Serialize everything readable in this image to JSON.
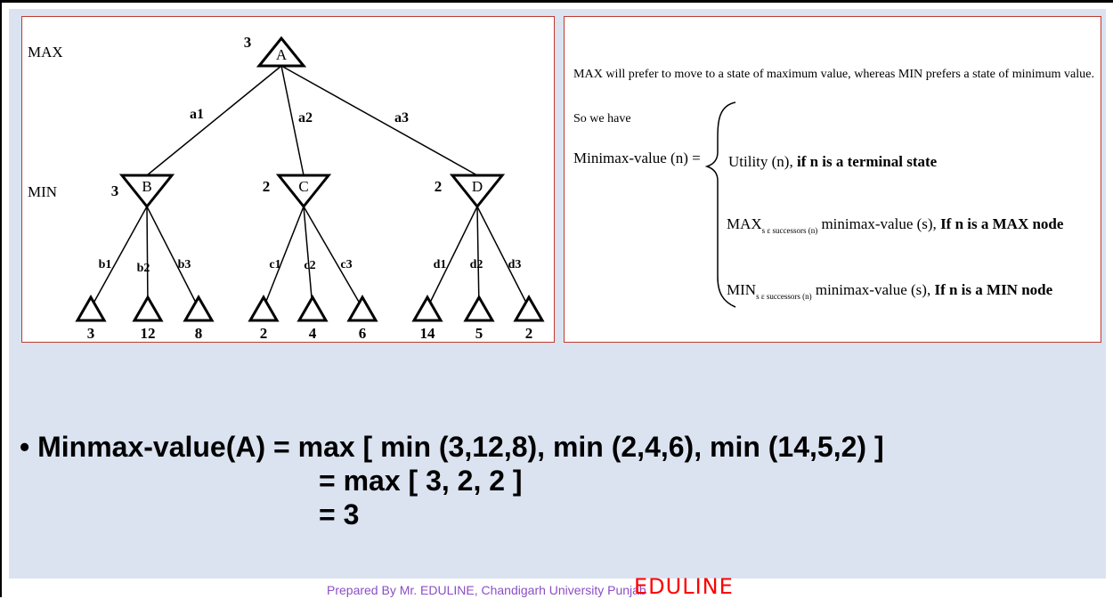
{
  "tree": {
    "level_labels": {
      "max": "MAX",
      "min": "MIN"
    },
    "root": {
      "label": "A",
      "value": "3"
    },
    "min_nodes": [
      {
        "label": "B",
        "value": "3"
      },
      {
        "label": "C",
        "value": "2"
      },
      {
        "label": "D",
        "value": "2"
      }
    ],
    "root_edges": [
      "a1",
      "a2",
      "a3"
    ],
    "leaf_edges": [
      "b1",
      "b2",
      "b3",
      "c1",
      "c2",
      "c3",
      "d1",
      "d2",
      "d3"
    ],
    "leaf_values": [
      "3",
      "12",
      "8",
      "2",
      "4",
      "6",
      "14",
      "5",
      "2"
    ]
  },
  "definition": {
    "intro": "MAX will prefer to move to a state of maximum value, whereas MIN prefers a state of minimum value.",
    "so_we_have": "So we have",
    "lhs": "Minimax-value (n) =",
    "case1_text": "Utility (n), ",
    "case1_bold": "if n is a terminal state",
    "case2_op": "MAX",
    "case2_sub": "s ε successors (n)",
    "case2_text": " minimax-value (s), ",
    "case2_bold": "If n is a MAX node",
    "case3_op": "MIN",
    "case3_sub": "s ε successors (n)",
    "case3_text": " minimax-value (s), ",
    "case3_bold": "If n is a MIN node"
  },
  "equation": {
    "line1": "• Minmax-value(A) = max [ min (3,12,8), min (2,4,6), min (14,5,2) ]",
    "line2": "= max [ 3, 2, 2 ]",
    "line3": "= 3"
  },
  "footer": {
    "credit": "Prepared By Mr. EDULINE, Chandigarh University Punjab",
    "brand": "EDULINE"
  }
}
